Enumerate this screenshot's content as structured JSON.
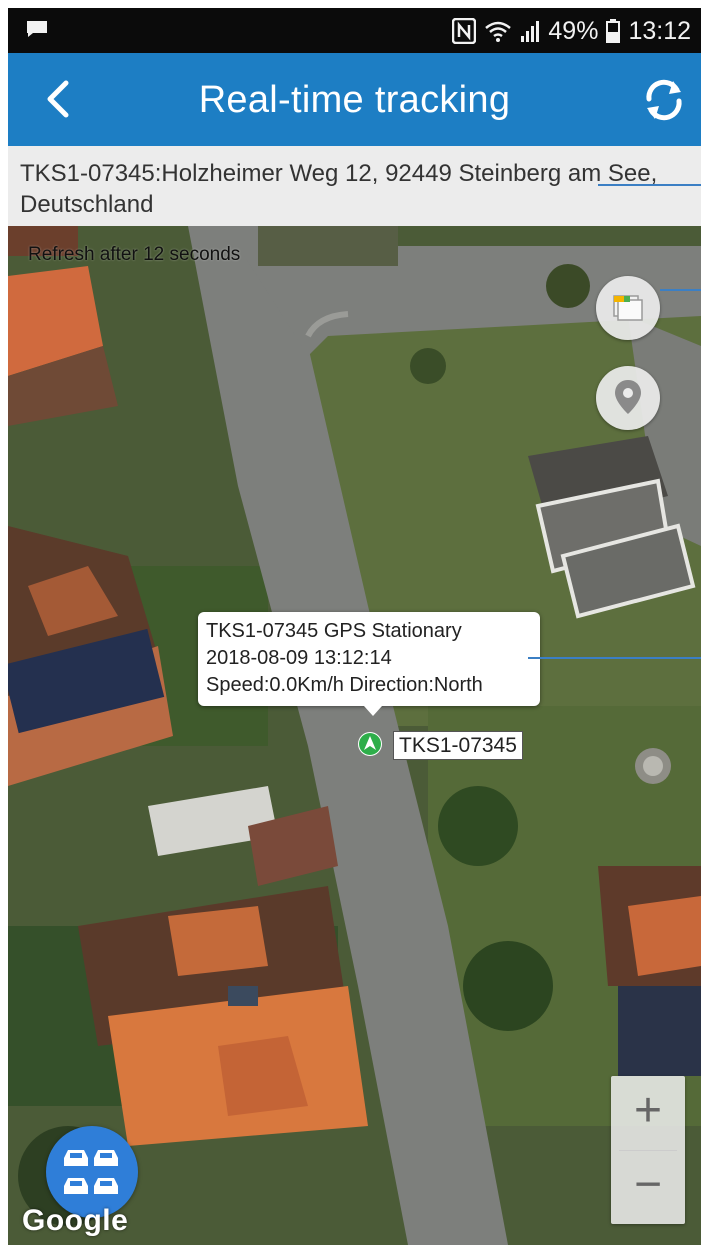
{
  "status_bar": {
    "battery": "49%",
    "time": "13:12",
    "icons": [
      "chat-icon",
      "nfc-icon",
      "wifi-icon",
      "signal-icon",
      "battery-icon"
    ]
  },
  "app_bar": {
    "title": "Real-time tracking",
    "back_icon": "chevron-left-icon",
    "refresh_icon": "refresh-icon"
  },
  "address": "TKS1-07345:Holzheimer Weg 12, 92449 Steinberg am See, Deutschland",
  "map": {
    "refresh_note": "Refresh after 12 seconds",
    "layers_icon": "map-layers-icon",
    "location_icon": "location-pin-icon",
    "info_window": {
      "line1": "TKS1-07345 GPS Stationary",
      "line2": "2018-08-09 13:12:14",
      "line3": "Speed:0.0Km/h  Direction:North"
    },
    "marker_label": "TKS1-07345",
    "zoom_in": "+",
    "zoom_out": "−",
    "fleet_icon": "fleet-cars-icon",
    "attribution": "Google"
  },
  "colors": {
    "app_bar": "#1d7ec4",
    "marker": "#2eae4a",
    "fleet_button": "#2f7ed8"
  }
}
